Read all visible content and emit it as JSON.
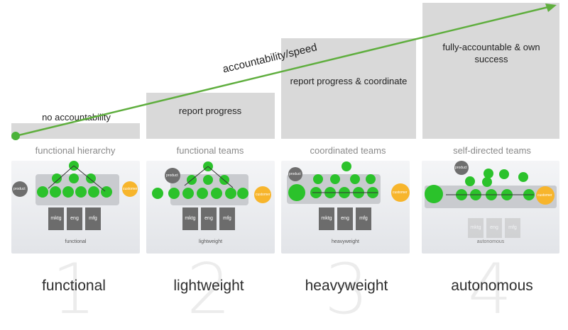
{
  "arrow": {
    "label": "accountability/speed",
    "color": "#5fae3e"
  },
  "steps": [
    {
      "label": "no accountability"
    },
    {
      "label": "report progress"
    },
    {
      "label": "report progress & coordinate"
    },
    {
      "label": "fully-accountable & own success"
    }
  ],
  "columns": [
    {
      "title": "functional hierarchy",
      "number": "1",
      "name": "functional",
      "panel": {
        "caption": "functional",
        "boxes": [
          "mktg",
          "eng",
          "mfg"
        ],
        "left_badge": "product",
        "right_badge": "customer"
      }
    },
    {
      "title": "functional teams",
      "number": "2",
      "name": "lightweight",
      "panel": {
        "caption": "lightweight",
        "boxes": [
          "mktg",
          "eng",
          "mfg"
        ],
        "left_badge": "product",
        "right_badge": "customer"
      }
    },
    {
      "title": "coordinated teams",
      "number": "3",
      "name": "heavyweight",
      "panel": {
        "caption": "heavyweight",
        "boxes": [
          "mktg",
          "eng",
          "mfg"
        ],
        "left_badge": "product",
        "right_badge": "customer"
      }
    },
    {
      "title": "self-directed teams",
      "number": "4",
      "name": "autonomous",
      "panel": {
        "caption": "autonomous",
        "boxes": [
          "mktg",
          "eng",
          "mfg"
        ],
        "left_badge": "product",
        "right_badge": "customer"
      }
    }
  ],
  "colors": {
    "green": "#2bc22b",
    "orange": "#f7b52c",
    "gray_badge": "#6e6e6e",
    "step_fill": "#d9d9d9"
  }
}
